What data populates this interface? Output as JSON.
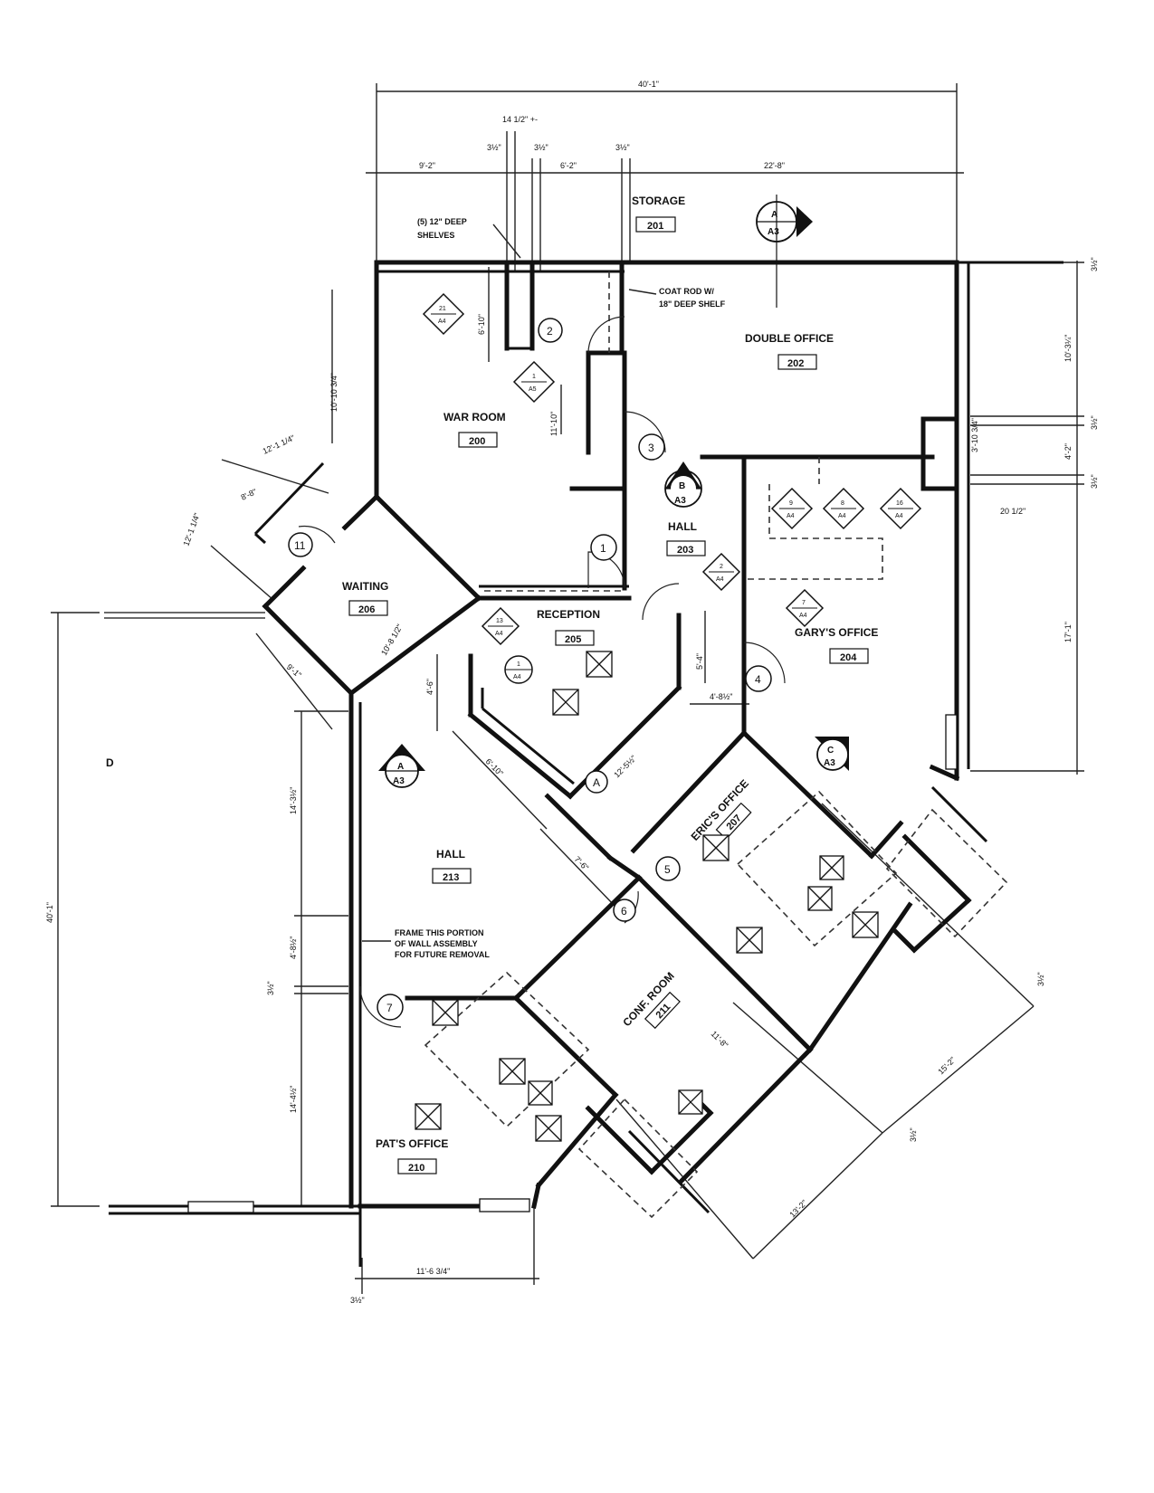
{
  "rooms": [
    {
      "id": "storage",
      "name": "STORAGE",
      "number": "201"
    },
    {
      "id": "double-office",
      "name": "DOUBLE OFFICE",
      "number": "202"
    },
    {
      "id": "war-room",
      "name": "WAR ROOM",
      "number": "200"
    },
    {
      "id": "hall-203",
      "name": "HALL",
      "number": "203"
    },
    {
      "id": "waiting",
      "name": "WAITING",
      "number": "206"
    },
    {
      "id": "reception",
      "name": "RECEPTION",
      "number": "205"
    },
    {
      "id": "garys-office",
      "name": "GARY'S OFFICE",
      "number": "204"
    },
    {
      "id": "hall-213",
      "name": "HALL",
      "number": "213"
    },
    {
      "id": "erics-office",
      "name": "ERIC'S OFFICE",
      "number": "207"
    },
    {
      "id": "conf-room",
      "name": "CONF. ROOM",
      "number": "211"
    },
    {
      "id": "pats-office",
      "name": "PAT'S OFFICE",
      "number": "210"
    }
  ],
  "notes": {
    "shelves": [
      "(5) 12\" DEEP",
      "SHELVES"
    ],
    "coat_rod": [
      "COAT ROD W/",
      "18\" DEEP SHELF"
    ],
    "frame": [
      "FRAME THIS PORTION",
      "OF WALL ASSEMBLY",
      "FOR FUTURE REMOVAL"
    ]
  },
  "dimensions": {
    "overall_width": "40'-1\"",
    "top_1": "9'-2\"",
    "top_2": "6'-2\"",
    "top_3": "22'-8\"",
    "top_small": "14 1/2\" +-",
    "wall_a": "3½\"",
    "wall_b": "3½\"",
    "wall_c": "3½\"",
    "left_overall": "40'-1\"",
    "left_1": "14'-3½\"",
    "left_2": "14'-4½\"",
    "left_3": "4'-8½\"",
    "left_wall": "3½\"",
    "bottom_1": "11'-6 3/4\"",
    "bottom_wall": "3½\"",
    "right_1": "10'-3¼\"",
    "right_2": "4'-2\"",
    "right_3": "17'-1\"",
    "right_wall_1": "3½\"",
    "right_wall_2": "3½\"",
    "right_wall_3": "3½\"",
    "small_1": "20 1/2\"",
    "small_2": "3'-10 3/4\"",
    "war_1": "6'-10\"",
    "war_2": "11'-10\"",
    "waiting_1": "10'-10 3/4\"",
    "waiting_2": "12'-1 1/4\"",
    "waiting_3": "8'-8\"",
    "waiting_4": "12'-1 1/4\"",
    "waiting_5": "10'-8 1/2\"",
    "waiting_6": "9'-1\"",
    "reception_1": "4'-6\"",
    "reception_2": "5'-4\"",
    "reception_3": "4'-8½\"",
    "reception_4": "12'-5½\"",
    "reception_5": "6'-10\"",
    "hall_1": "7'-6\"",
    "diag_1": "15'-2\"",
    "diag_2": "13'-2\"",
    "diag_3": "11'-8\"",
    "diag_wall": "3½\"",
    "diag_wall_2": "3½\""
  },
  "door_tags": [
    "1",
    "2",
    "3",
    "4",
    "5",
    "6",
    "7",
    "11"
  ],
  "wall_tags": [
    "A",
    "A"
  ],
  "section_markers": [
    {
      "letter": "A",
      "sheet": "A3"
    },
    {
      "letter": "B",
      "sheet": "A3"
    },
    {
      "letter": "A",
      "sheet": "A3"
    },
    {
      "letter": "C",
      "sheet": "A3"
    }
  ],
  "elevation_markers": [
    {
      "num": "21",
      "sheet": "A4"
    },
    {
      "num": "1",
      "sheet": "A5"
    },
    {
      "num": "9",
      "sheet": "A4"
    },
    {
      "num": "8",
      "sheet": "A4"
    },
    {
      "num": "16",
      "sheet": "A4"
    },
    {
      "num": "7",
      "sheet": "A4"
    },
    {
      "num": "2",
      "sheet": "A4"
    },
    {
      "num": "13",
      "sheet": "A4"
    },
    {
      "num": "1",
      "sheet": "A4"
    }
  ],
  "partial_text": "D"
}
